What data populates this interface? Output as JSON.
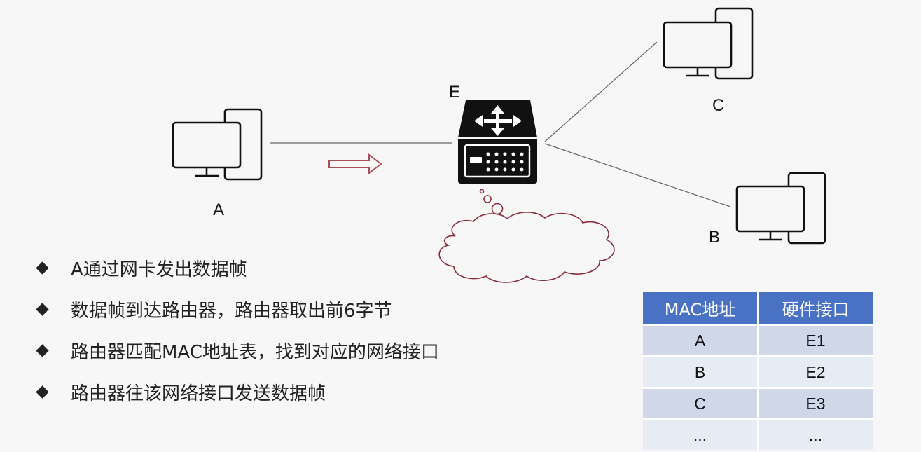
{
  "nodes": {
    "a": "A",
    "b": "B",
    "c": "C",
    "e": "E"
  },
  "bullets": [
    "A通过网卡发出数据帧",
    "数据帧到达路由器，路由器取出前6字节",
    "路由器匹配MAC地址表，找到对应的网络接口",
    "路由器往该网络接口发送数据帧"
  ],
  "table": {
    "headers": [
      "MAC地址",
      "硬件接口"
    ],
    "rows": [
      [
        "A",
        "E1"
      ],
      [
        "B",
        "E2"
      ],
      [
        "C",
        "E3"
      ],
      [
        "...",
        "..."
      ]
    ]
  },
  "colors": {
    "arrow": "#a8505a",
    "cloud": "#8a2b3c",
    "header": "#4a72c4"
  }
}
